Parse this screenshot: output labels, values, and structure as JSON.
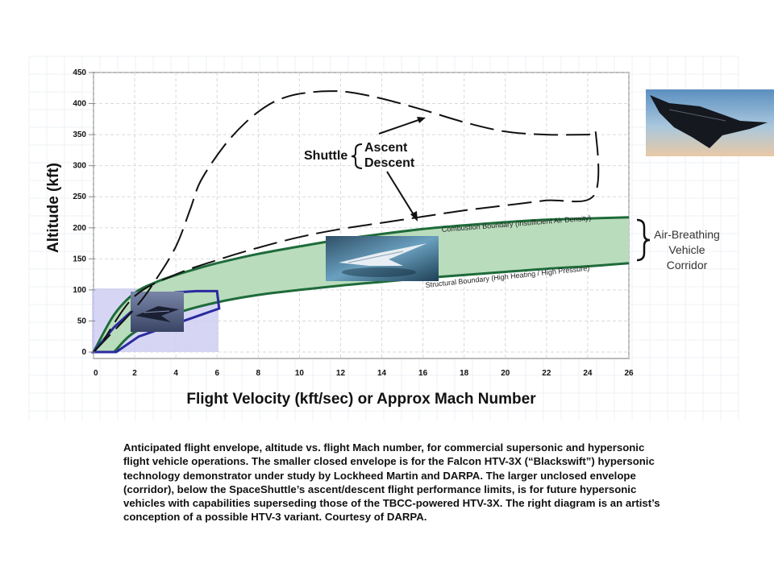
{
  "chart_data": {
    "type": "line",
    "xlabel": "Flight Velocity (kft/sec) or Approx Mach Number",
    "ylabel": "Altitude (kft)",
    "x_ticks": [
      "0",
      "2",
      "4",
      "6",
      "8",
      "10",
      "12",
      "14",
      "16",
      "18",
      "20",
      "22",
      "24",
      "26"
    ],
    "y_ticks": [
      "0",
      "50",
      "100",
      "150",
      "200",
      "250",
      "300",
      "350",
      "400",
      "450"
    ],
    "xlim": [
      0,
      26
    ],
    "ylim": [
      0,
      450
    ],
    "grid": true,
    "series": [
      {
        "name": "Shuttle Ascent / Descent",
        "style": "dashed",
        "color": "#111111",
        "x": [
          0,
          2,
          3,
          4,
          4.7,
          5.2,
          6.3,
          7.4,
          8.5,
          9.5,
          10.5,
          11.5,
          12.5,
          14,
          16,
          18,
          20,
          22,
          24,
          24.4,
          24.3,
          22,
          20,
          18,
          16,
          14,
          12,
          10,
          8,
          6,
          4,
          2,
          0.5
        ],
        "y": [
          0,
          70,
          115,
          170,
          230,
          275,
          330,
          370,
          398,
          412,
          418,
          420,
          418,
          408,
          390,
          370,
          355,
          350,
          350,
          350,
          252,
          244,
          236,
          228,
          218,
          208,
          198,
          185,
          168,
          148,
          125,
          90,
          20
        ]
      },
      {
        "name": "Combustion Boundary (Insufficient Air Density)",
        "style": "solid",
        "color": "#1e6b3a",
        "x": [
          0,
          1,
          2,
          3,
          4,
          5,
          6,
          8,
          10,
          12,
          14,
          16,
          18,
          20,
          22,
          24,
          26
        ],
        "y": [
          0,
          60,
          95,
          112,
          124,
          134,
          143,
          158,
          170,
          181,
          190,
          198,
          204,
          209,
          213,
          215,
          217
        ]
      },
      {
        "name": "Structural Boundary (High Heating / High Pressure)",
        "style": "solid",
        "color": "#1e6b3a",
        "x": [
          1,
          2,
          4,
          6,
          8,
          10,
          12,
          14,
          16,
          18,
          20,
          22,
          24,
          26
        ],
        "y": [
          0,
          32,
          62,
          80,
          92,
          100,
          107,
          113,
          119,
          124,
          129,
          134,
          138,
          143
        ]
      },
      {
        "name": "Falcon HTV-3X envelope",
        "style": "solid",
        "color": "#2a2aa0",
        "x": [
          0,
          1,
          2,
          3,
          4,
          5,
          6,
          6.1,
          2.2,
          1.1,
          0
        ],
        "y": [
          0,
          40,
          70,
          90,
          96,
          98,
          98,
          70,
          25,
          0,
          0
        ]
      }
    ],
    "annotations": {
      "shuttle": "Shuttle",
      "ascent": "Ascent",
      "descent": "Descent",
      "corridor_lines": [
        "Air-Breathing",
        "Vehicle",
        "Corridor"
      ]
    }
  },
  "caption": "Anticipated flight envelope, altitude vs. flight Mach number, for commercial supersonic and hypersonic flight vehicle operations. The smaller closed envelope is for the Falcon HTV-3X (“Blackswift”) hypersonic technology demonstrator under study by Lockheed Martin and DARPA.  The larger unclosed envelope (corridor), below the SpaceShuttle’s ascent/descent flight performance limits, is for future hypersonic vehicles with capabilities superseding those of the TBCC-powered HTV-3X.  The right diagram is an artist’s  conception of a possible HTV-3 variant. Courtesy of DARPA.",
  "images": {
    "artist_concept": "hypersonic-vehicle-artist-concept",
    "corridor_photo": "hypersonic-vehicle-in-flight",
    "htv3x_photo": "falcon-htv-3x"
  },
  "colors": {
    "corridor_fill": "#b9dcbc",
    "corridor_line": "#1e6b3a",
    "htv_fill": "#c8c8f0",
    "htv_line": "#2a2aa0",
    "dash_line": "#111111",
    "grid": "#d9d9de"
  }
}
